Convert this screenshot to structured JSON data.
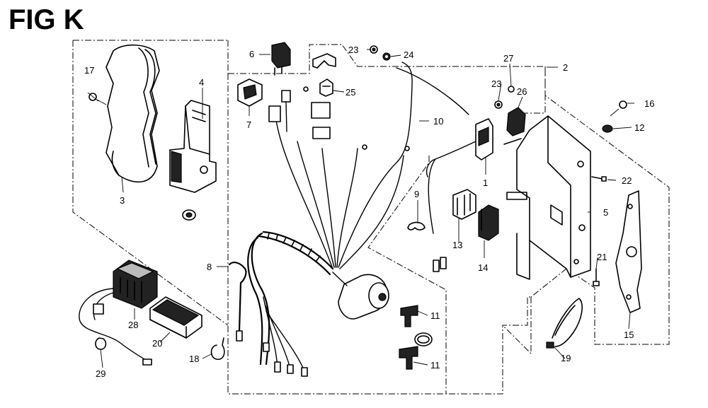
{
  "title": "FIG K",
  "callouts": {
    "c1": "1",
    "c2": "2",
    "c3": "3",
    "c4": "4",
    "c5": "5",
    "c6": "6",
    "c7": "7",
    "c8": "8",
    "c9": "9",
    "c10": "10",
    "c11a": "11",
    "c11b": "11",
    "c12": "12",
    "c13": "13",
    "c14": "14",
    "c15": "15",
    "c16": "16",
    "c17": "17",
    "c18": "18",
    "c19": "19",
    "c20": "20",
    "c21": "21",
    "c22": "22",
    "c23a": "23",
    "c23b": "23",
    "c24": "24",
    "c25": "25",
    "c26": "26",
    "c27": "27",
    "c28": "28",
    "c29": "29"
  }
}
